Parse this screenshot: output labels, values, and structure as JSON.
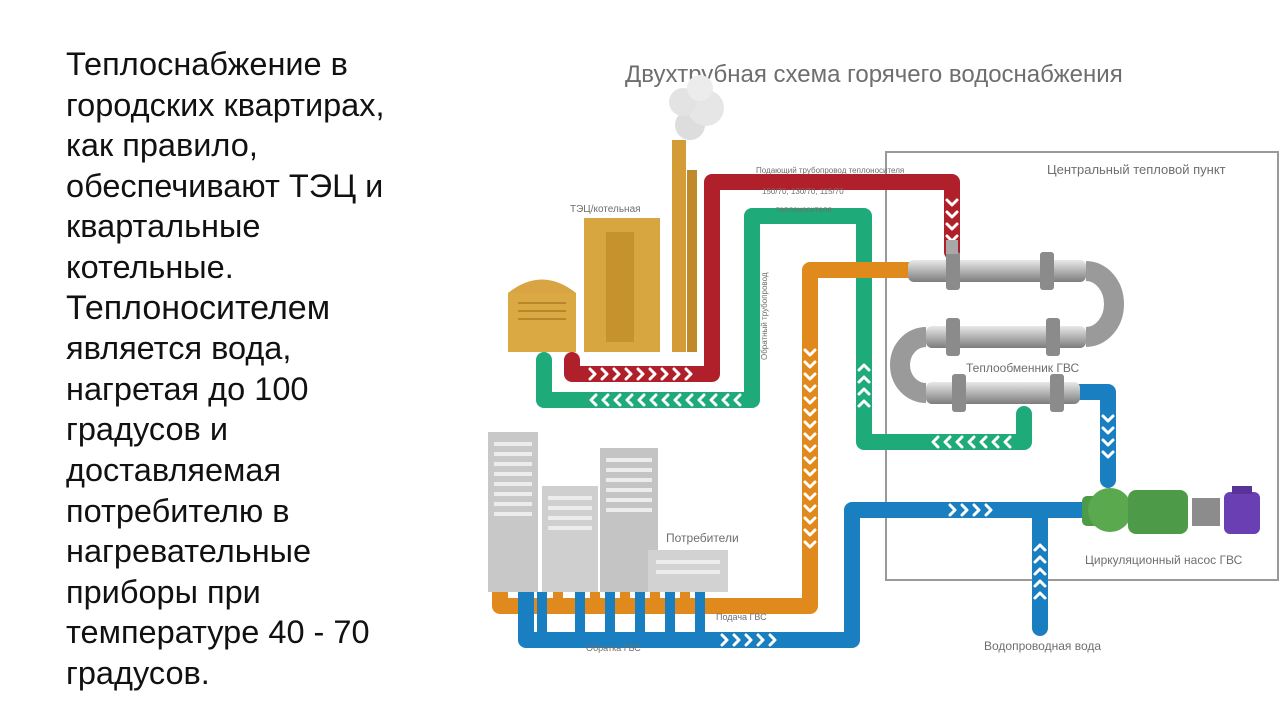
{
  "slide_text": {
    "lines": [
      "Теплоснабжение в",
      "городских квартирах,",
      "как правило,",
      "обеспечивают ТЭЦ и",
      "квартальные",
      "котельные.",
      "Теплоносителем",
      "является вода,",
      "нагретая до 100",
      "градусов и",
      "доставляемая",
      "потребителю в",
      "нагревательные",
      "приборы при",
      "температуре 40 - 70",
      "градусов."
    ]
  },
  "diagram": {
    "title": "Двухтрубная схема горячего водоснабжения",
    "central_point_label": "Центральный тепловой пункт",
    "plant_label": "ТЭЦ/котельная",
    "supply_pipe_label": "Подающий трубопровод теплоносителя",
    "temperature_label": "150/70, 130/70, 115/70",
    "coolant_label": "теплоносителя",
    "return_pipe_label": "Обратный трубопровод",
    "heat_exchanger_label": "Теплообменник ГВС",
    "consumers_label": "Потребители",
    "pump_label": "Циркуляционный насос ГВС",
    "hot_supply_label": "Подача ГВС",
    "hot_return_label": "Обратка ГВС",
    "tap_water_label": "Водопроводная вода",
    "colors": {
      "supply": "#b0202a",
      "return": "#1faa7a",
      "hot_water": "#e08a1e",
      "cold_water": "#1a7fc0",
      "building": "#d8a640",
      "pump_motor": "#6a3fb3",
      "pump_body": "#4d9b48"
    }
  }
}
